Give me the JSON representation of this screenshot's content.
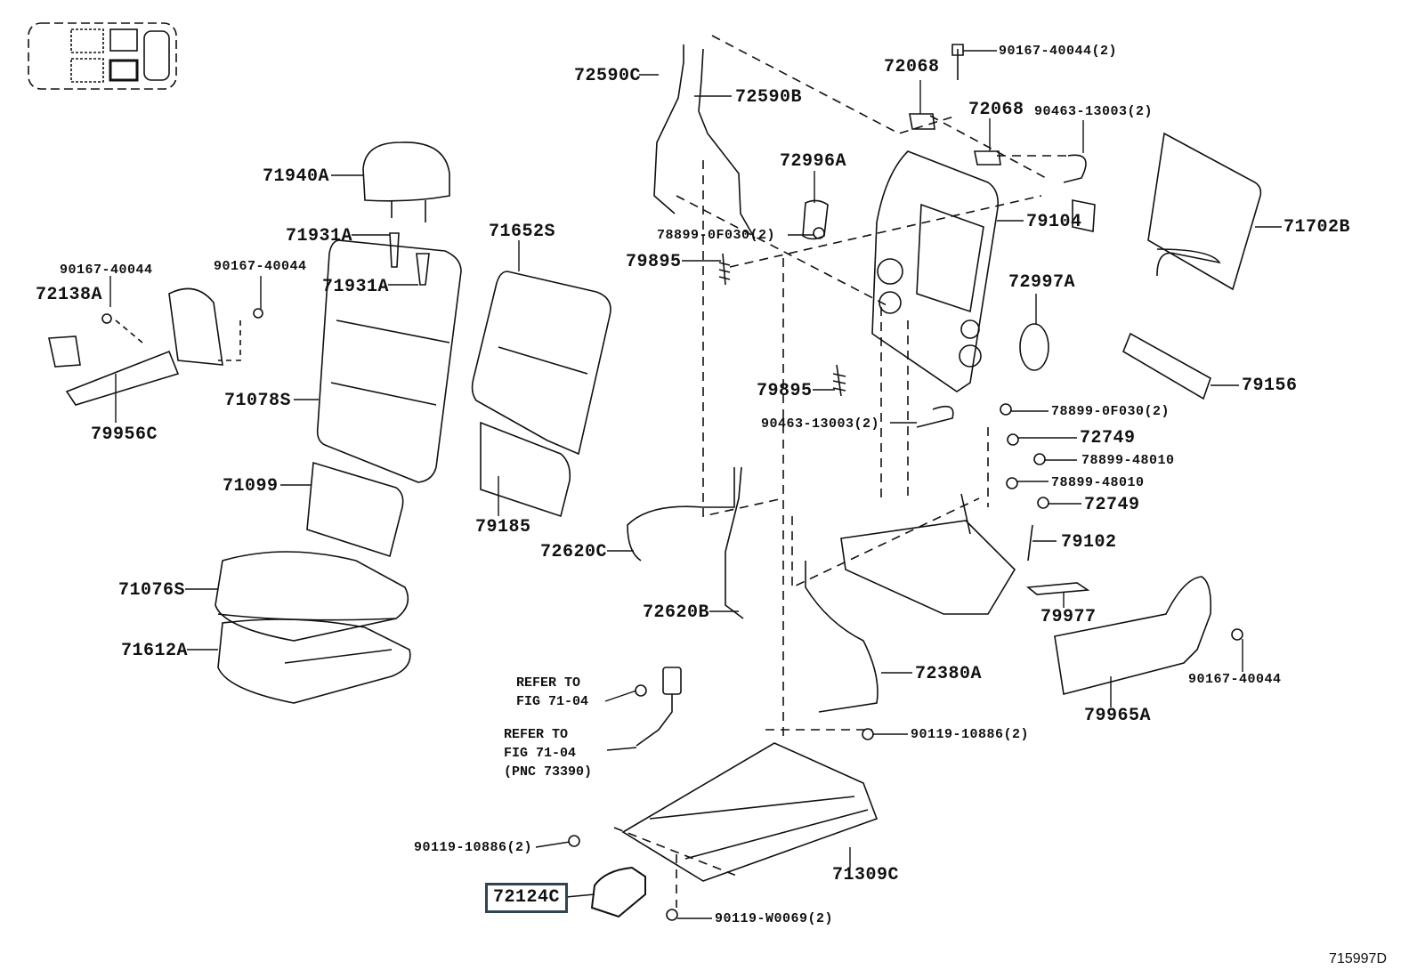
{
  "diagram": {
    "title": "Rear seat assembly exploded parts diagram",
    "figure_id": "715997D",
    "highlight_color": "#2f4552",
    "highlighted_part": "72124C",
    "locator_icon": "vehicle-seat-locator-icon",
    "parts": {
      "p71940A": "71940A",
      "p71931A_1": "71931A",
      "p71931A_2": "71931A",
      "p90167_40044_left": "90167-40044",
      "p90167_40044_mid": "90167-40044",
      "p72138A": "72138A",
      "p79956C": "79956C",
      "p71078S": "71078S",
      "p71652S": "71652S",
      "p71099": "71099",
      "p79185": "79185",
      "p71076S": "71076S",
      "p71612A": "71612A",
      "p72590C": "72590C",
      "p72590B": "72590B",
      "p72996A": "72996A",
      "p79895_1": "79895",
      "p78899_0F030_left": "78899-0F030(2)",
      "p79895_2": "79895",
      "p90463_13003_lower": "90463-13003(2)",
      "p72620C": "72620C",
      "p72620B": "72620B",
      "p72068_1": "72068",
      "p72068_2": "72068",
      "p90167_40044_2": "90167-40044(2)",
      "p90463_13003_upper": "90463-13003(2)",
      "p79104": "79104",
      "p72997A": "72997A",
      "p71702B": "71702B",
      "p79156": "79156",
      "p78899_0F030_right": "78899-0F030(2)",
      "p72749_1": "72749",
      "p78899_48010_1": "78899-48010",
      "p78899_48010_2": "78899-48010",
      "p72749_2": "72749",
      "p79102": "79102",
      "p79977": "79977",
      "p72380A": "72380A",
      "p79965A": "79965A",
      "p90167_40044_right": "90167-40044",
      "p90119_10886_right": "90119-10886(2)",
      "p90119_10886_left": "90119-10886(2)",
      "p71309C": "71309C",
      "p72124C": "72124C",
      "p90119_W0069": "90119-W0069(2)"
    },
    "notes": {
      "refer1": "REFER TO\nFIG 71-04",
      "refer2": "REFER TO\nFIG 71-04\n(PNC 73390)"
    }
  }
}
